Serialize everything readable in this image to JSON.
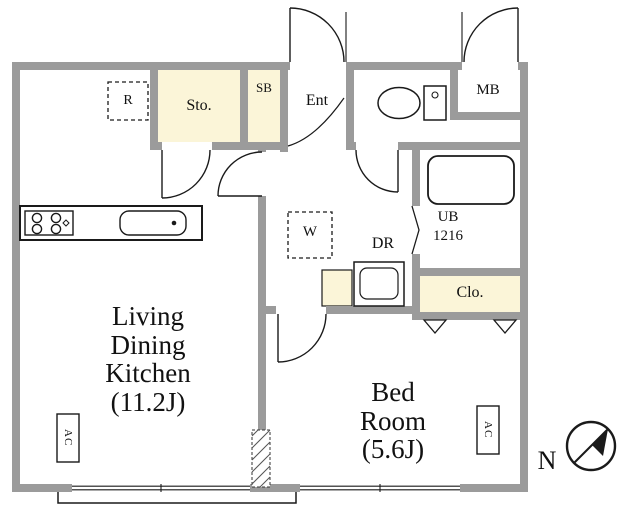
{
  "plan": {
    "rooms": {
      "ldk": [
        "Living",
        "Dining",
        "Kitchen",
        "(11.2J)"
      ],
      "bedroom": [
        "Bed",
        "Room",
        "(5.6J)"
      ],
      "storage": "Sto.",
      "shoe_box": "SB",
      "entrance": "Ent",
      "meter_box": "MB",
      "unit_bath": [
        "UB",
        "1216"
      ],
      "dressing_room": "DR",
      "closet": "Clo.",
      "refrigerator_space": "R",
      "washer_space": "W",
      "ac_units": [
        "AC",
        "AC"
      ]
    },
    "compass": {
      "north": "N"
    },
    "colors": {
      "wall": "#9b9b9b",
      "room_fill": "#fbf5d8",
      "line": "#1a1a1a",
      "background": "#ffffff"
    }
  }
}
